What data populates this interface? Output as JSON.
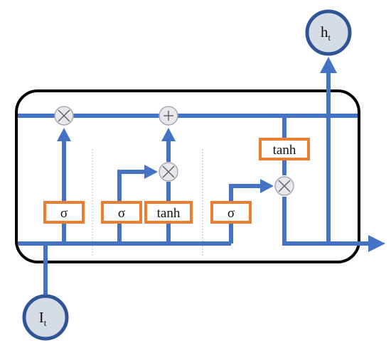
{
  "diagram": {
    "colors": {
      "flow": "#4472C4",
      "gate_border": "#ED7D31",
      "operator_fill": "#E8E8EC",
      "operator_border": "#A9A9B3",
      "cell_border": "#000000",
      "node_fill": "#D6DCE5",
      "node_border": "#2F5597"
    },
    "gates": [
      {
        "id": "forget",
        "label": "σ"
      },
      {
        "id": "input",
        "label": "σ"
      },
      {
        "id": "candidate",
        "label": "tanh"
      },
      {
        "id": "output",
        "label": "σ"
      },
      {
        "id": "cell-tanh",
        "label": "tanh"
      }
    ],
    "operators": {
      "forget_multiply": "⊗",
      "cell_add": "⊕",
      "input_multiply": "⊗",
      "output_multiply": "⊗"
    },
    "nodes": {
      "input": {
        "main": "I",
        "sub": "t"
      },
      "output": {
        "main": "h",
        "sub": "t"
      }
    }
  }
}
